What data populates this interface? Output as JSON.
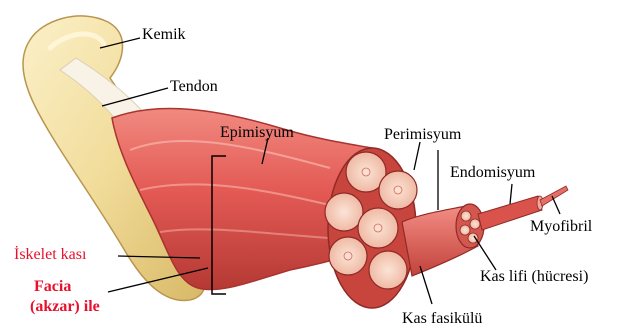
{
  "labels": {
    "kemik": "Kemik",
    "tendon": "Tendon",
    "epimisyum": "Epimisyum",
    "perimisyum": "Perimisyum",
    "endomisyum": "Endomisyum",
    "myofibril": "Myofibril",
    "iskelet_kasi": "İskelet kası",
    "facia_line1": "Facia",
    "facia_line2": "(akzar) ile",
    "kas_lifi": "Kas lifi (hücresi)",
    "kas_fasikulu": "Kas fasikülü"
  },
  "colors": {
    "bone": "#f3dfa0",
    "bone_shadow": "#c8a85a",
    "muscle": "#e8766e",
    "muscle_dark": "#b8403a",
    "muscle_light": "#f7b8ae",
    "fascicle_fill": "#f6d4c4",
    "label_red": "#e8112d"
  }
}
